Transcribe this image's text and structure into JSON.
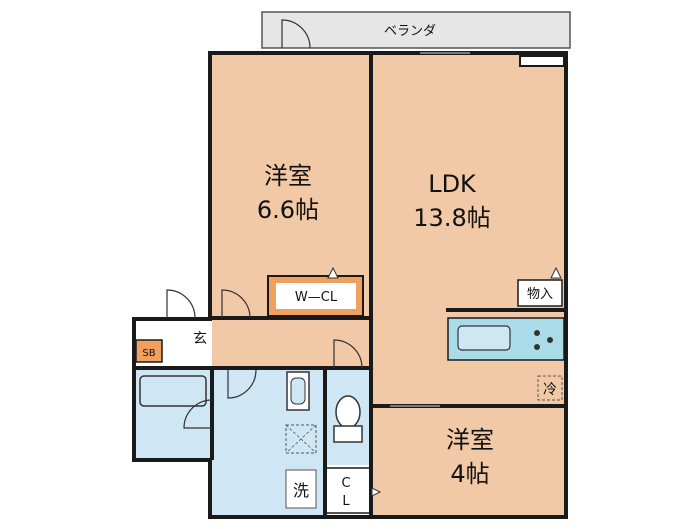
{
  "labels": {
    "balcony": "ベランダ",
    "western_room_1": "洋室",
    "western_room_1_size": "6.6帖",
    "ldk": "LDK",
    "ldk_size": "13.8帖",
    "walk_in_closet": "W—CL",
    "storage": "物入",
    "entrance": "玄",
    "shoe_box": "SB",
    "refrigerator": "冷",
    "western_room_2": "洋室",
    "western_room_2_size": "4帖",
    "washer": "洗",
    "closet_c": "C",
    "closet_l": "L"
  },
  "colors": {
    "wall": "#1a1a1a",
    "room_floor": "#f2c9a6",
    "wet_area": "#cfe6f5",
    "closet_orange": "#f0a15f",
    "balcony_gray": "#e6e6e6",
    "floor_white": "#ffffff",
    "counter_teal": "#a9dbe8"
  }
}
